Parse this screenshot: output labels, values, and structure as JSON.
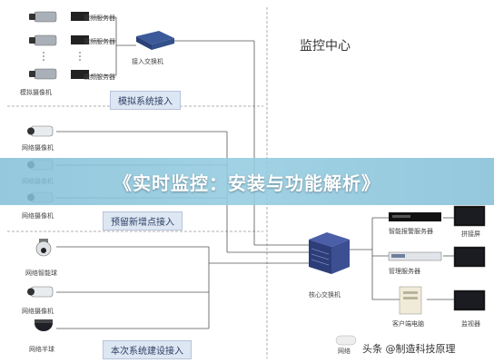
{
  "center": {
    "title": "监控中心"
  },
  "zones": [
    {
      "tag": "模拟系统接入"
    },
    {
      "tag": "预留新增点接入"
    },
    {
      "tag": "本次系统建设接入"
    }
  ],
  "devices": {
    "analog_camera": "模拟摄像机",
    "video_server": "视频服务器",
    "access_switch": "接入交换机",
    "network_camera": "网络摄像机",
    "smart_dome": "网络智能球",
    "half_dome": "网络半球",
    "core_switch": "核心交换机",
    "network": "网络",
    "nvr": "智能报警服务器",
    "mgmt_server": "管理服务器",
    "client_pc": "客户端电脑",
    "tv_wall_1": "拼接屏",
    "tv_wall_2": "监视器"
  },
  "banner": {
    "text": "《实时监控：安装与功能解析》"
  },
  "watermark": {
    "text": "头条 @制造科技原理"
  }
}
